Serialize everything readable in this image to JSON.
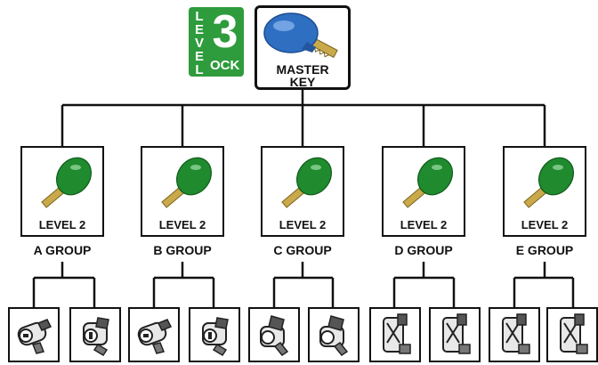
{
  "logo": {
    "level_letters": [
      "L",
      "E",
      "V",
      "E",
      "L"
    ],
    "number": "3",
    "lock_text": "OCK",
    "lock_initial": "L",
    "color": "#2e9b3c"
  },
  "master": {
    "label_line1": "MASTER",
    "label_line2": "KEY",
    "key_color": "#2f6fc2",
    "icon": "blue-key-icon"
  },
  "levels": [
    {
      "label": "LEVEL 2",
      "group": "A GROUP",
      "locks": [
        "cam-lock-icon",
        "cam-lock-icon"
      ]
    },
    {
      "label": "LEVEL 2",
      "group": "B GROUP",
      "locks": [
        "cam-lock-icon",
        "cam-lock-icon"
      ]
    },
    {
      "label": "LEVEL 2",
      "group": "C GROUP",
      "locks": [
        "cam-lock-icon",
        "cam-lock-icon"
      ]
    },
    {
      "label": "LEVEL 2",
      "group": "D GROUP",
      "locks": [
        "cam-lock-icon",
        "cam-lock-icon"
      ]
    },
    {
      "label": "LEVEL 2",
      "group": "E GROUP",
      "locks": [
        "cam-lock-icon",
        "cam-lock-icon"
      ]
    }
  ],
  "colors": {
    "key_green": "#1f8a2e",
    "line": "#111111"
  }
}
